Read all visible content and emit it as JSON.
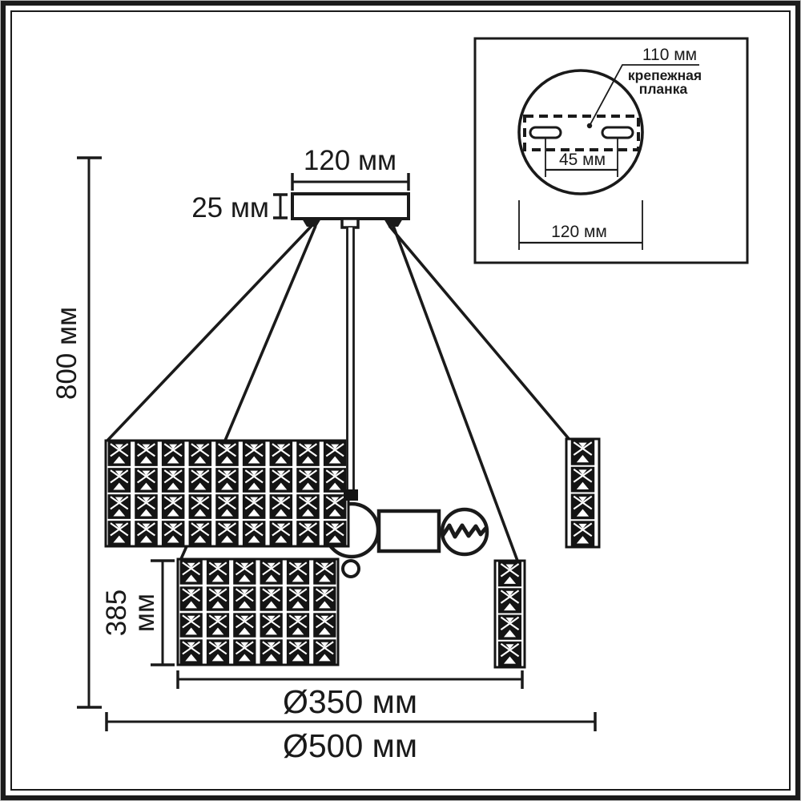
{
  "colors": {
    "ink": "#1a1a1a",
    "background": "#ffffff"
  },
  "main_view": {
    "dim_canopy_width": "120 мм",
    "dim_canopy_height": "25 мм",
    "dim_total_height": "800 мм",
    "dim_lower_section_height": {
      "value": "385",
      "unit": "мм"
    },
    "dim_inner_diameter": "Ø350 мм",
    "dim_outer_diameter": "Ø500 мм"
  },
  "inset_view": {
    "dim_mounting_plate_width": "110 мм",
    "mounting_plate_label": {
      "line1": "крепежная",
      "line2": "планка"
    },
    "dim_hole_spacing": "45 мм",
    "dim_canopy_diameter": "120 мм"
  }
}
